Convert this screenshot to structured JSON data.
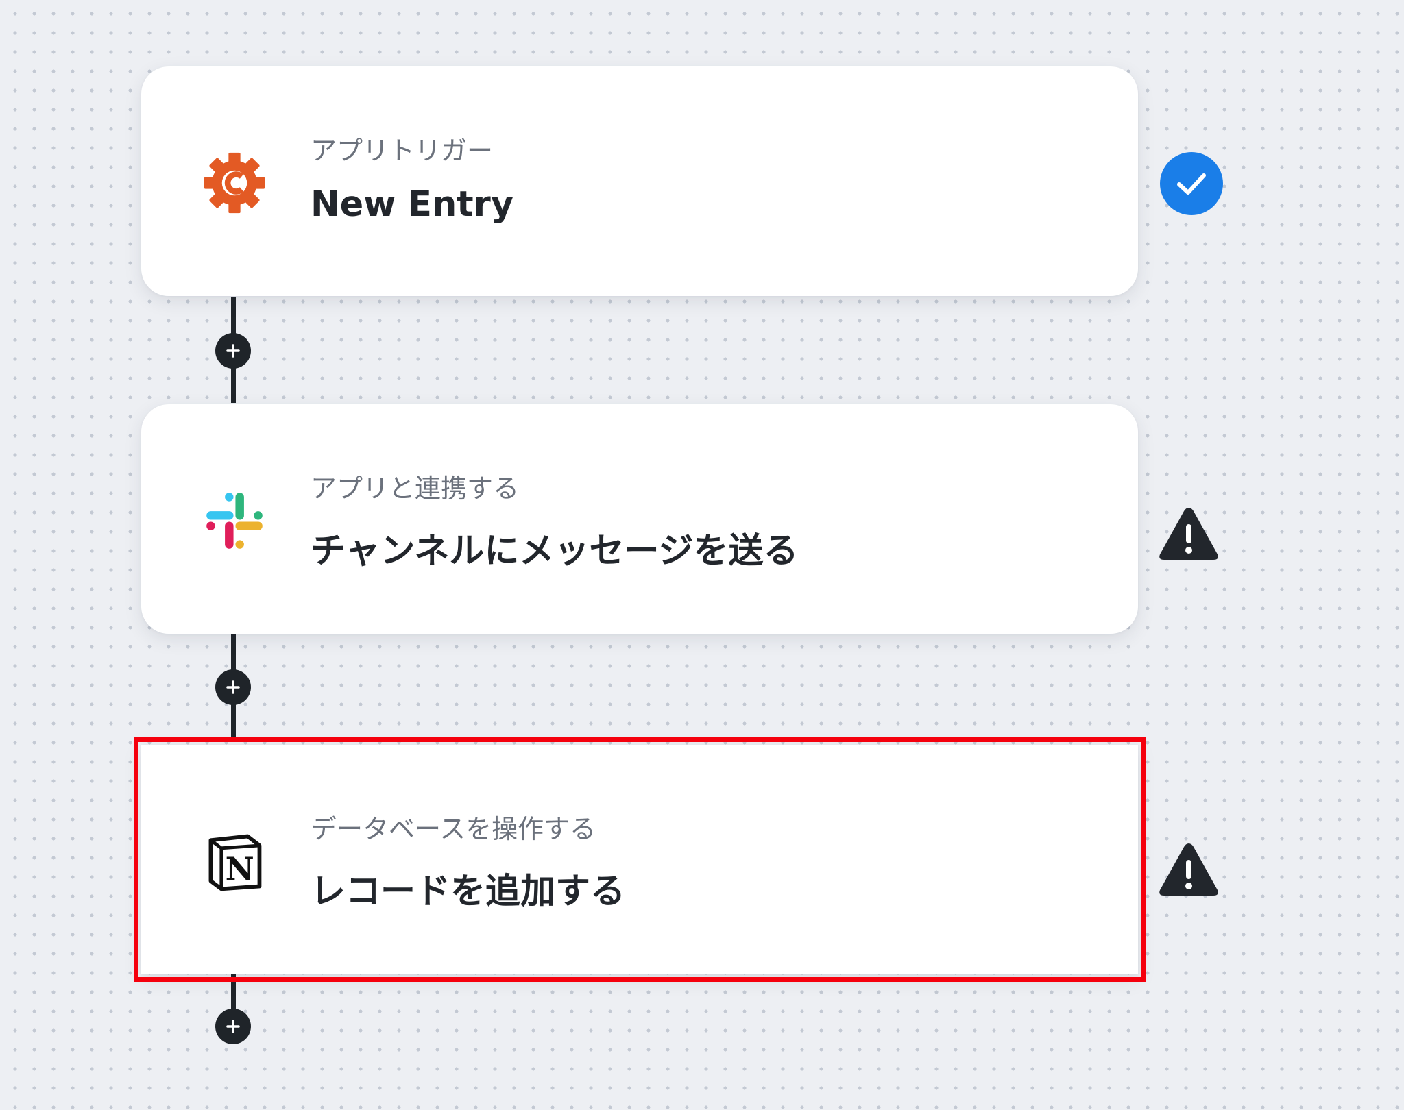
{
  "colors": {
    "canvas_background": "#edeff3",
    "canvas_dots": "#c3c9d3",
    "card_background": "#ffffff",
    "connector": "#1f2429",
    "check_badge": "#1a7ee8",
    "warning_icon": "#22262c",
    "highlight_border": "#f5000d"
  },
  "steps": [
    {
      "label": "アプリトリガー",
      "title": "New Entry",
      "app_icon": "cognito-forms-gear-icon",
      "status": "completed",
      "status_icon": "check-circle-icon"
    },
    {
      "label": "アプリと連携する",
      "title": "チャンネルにメッセージを送る",
      "app_icon": "slack-icon",
      "status": "warning",
      "status_icon": "warning-triangle-icon"
    },
    {
      "label": "データベースを操作する",
      "title": "レコードを追加する",
      "app_icon": "notion-icon",
      "status": "warning",
      "status_icon": "warning-triangle-icon",
      "highlighted": true
    }
  ],
  "add_step_icon": "plus-icon"
}
